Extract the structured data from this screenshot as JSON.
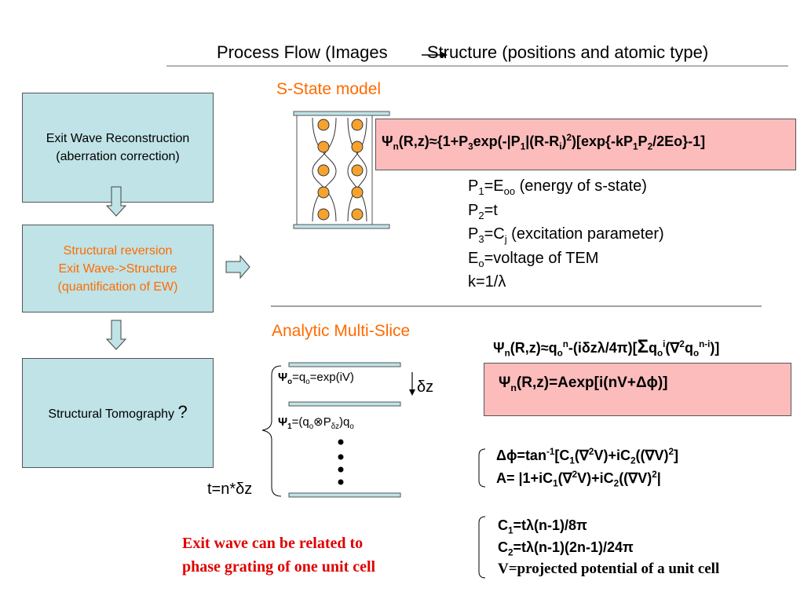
{
  "header": {
    "left": "Process Flow (Images",
    "right": "Structure (positions and atomic type)"
  },
  "flow": {
    "box1": {
      "line1": "Exit Wave Reconstruction",
      "line2": "(aberration correction)"
    },
    "box2": {
      "line1": "Structural reversion",
      "line2": "Exit Wave->Structure",
      "line3": "(quantification of EW)"
    },
    "box3": {
      "label": "Structural Tomography",
      "mark": "?"
    }
  },
  "sstate": {
    "title": "S-State model",
    "params": {
      "p1_rest": "(energy of s-state)",
      "p3_rest": "(excitation parameter)",
      "eo_rest": "voltage of TEM"
    }
  },
  "multislice": {
    "title": "Analytic Multi-Slice",
    "tlabel": "t=n*δz",
    "dz": "δz"
  },
  "note": {
    "line1": "Exit wave can be related to",
    "line2": "phase grating of one unit cell"
  },
  "vline": "V=projected potential of a unit cell",
  "colors": {
    "accent_orange": "#ff6b00",
    "box_cyan": "#bfe3e6",
    "box_pink": "#fdbcbc",
    "note_red": "#e00000"
  }
}
